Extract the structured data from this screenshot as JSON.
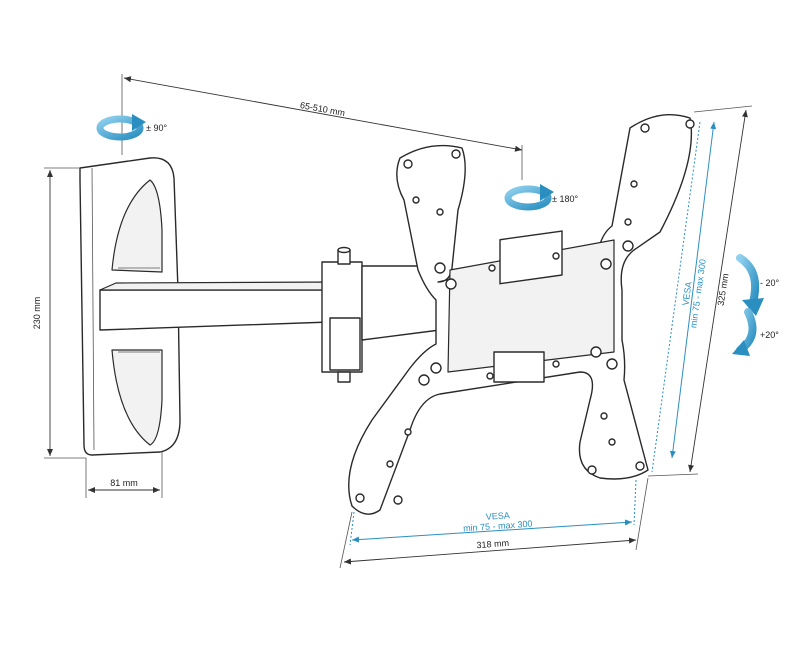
{
  "labels": {
    "arm_extension": "65-510 mm",
    "wall_rotation": "± 90°",
    "plate_rotation": "± 180°",
    "wall_height": "230 mm",
    "wall_width": "81 mm",
    "plate_height": "325 mm",
    "plate_width": "318 mm",
    "vesa_vertical_title": "VESA",
    "vesa_vertical_range": "min 75 - max 300",
    "vesa_horizontal_title": "VESA",
    "vesa_horizontal_range": "min 75 - max 300",
    "tilt_up": "- 20°",
    "tilt_down": "+20°"
  },
  "colors": {
    "accent": "#2a8fc0",
    "line": "#2a2a2a",
    "background": "#ffffff"
  },
  "icons": [
    "rotate-arrow-icon",
    "tilt-up-arrow-icon",
    "tilt-down-arrow-icon"
  ]
}
